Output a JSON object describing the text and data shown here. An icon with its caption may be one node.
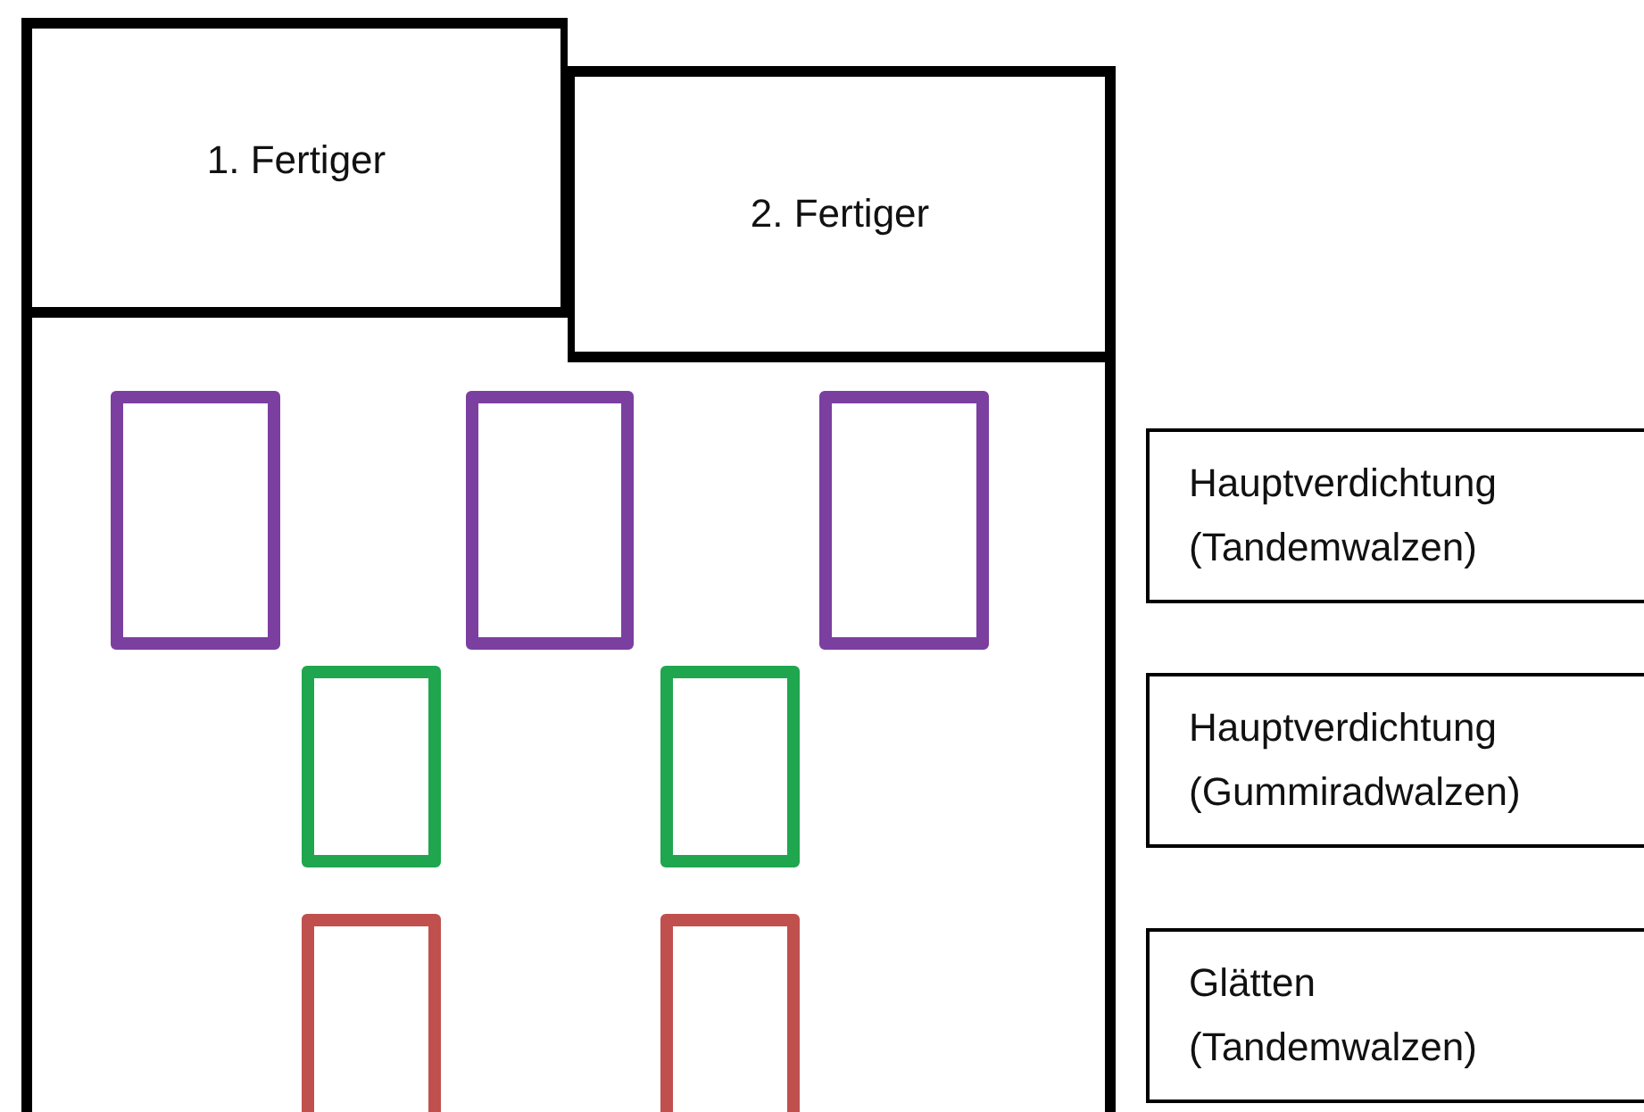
{
  "diagram": {
    "nodes": [
      {
        "text": [
          "1. Fertiger"
        ]
      },
      {
        "text": [
          "2. Fertiger"
        ]
      },
      {
        "text": [],
        "shape": "box"
      },
      {
        "text": [],
        "shape": "box"
      },
      {
        "text": [],
        "shape": "box"
      },
      {
        "text": [],
        "shape": "box"
      },
      {
        "text": [],
        "shape": "box"
      },
      {
        "text": [],
        "shape": "box"
      },
      {
        "text": [],
        "shape": "box"
      },
      {
        "text": [
          "Hauptverdichtung (Tandemwalzen)"
        ]
      },
      {
        "text": [
          "Hauptverdichtung (Gummiradwalzen)"
        ]
      },
      {
        "text": [
          "Glätten (Tandemwalzen)"
        ]
      }
    ],
    "edges": []
  }
}
